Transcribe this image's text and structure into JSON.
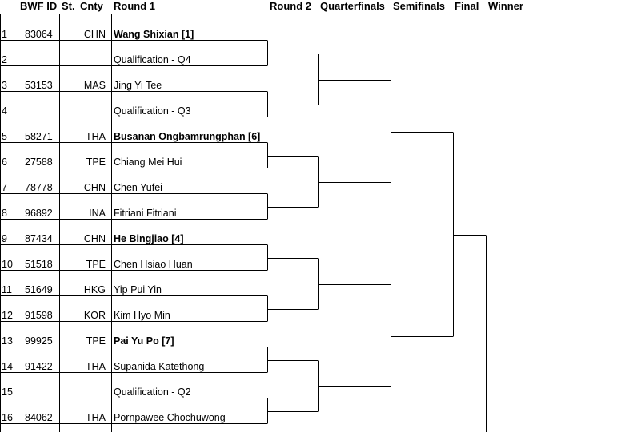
{
  "headers": {
    "seed_no": "",
    "bwf_id": "BWF ID",
    "status": "St.",
    "country": "Cnty",
    "round1": "Round 1",
    "round2": "Round 2",
    "quarterfinals": "Quarterfinals",
    "semifinals": "Semifinals",
    "final": "Final",
    "winner": "Winner"
  },
  "entries": [
    {
      "no": "1",
      "bwf_id": "83064",
      "country": "CHN",
      "player": "Wang Shixian [1]",
      "seeded": true
    },
    {
      "no": "2",
      "bwf_id": "",
      "country": "",
      "player": "Qualification - Q4",
      "seeded": false
    },
    {
      "no": "3",
      "bwf_id": "53153",
      "country": "MAS",
      "player": "Jing Yi Tee",
      "seeded": false
    },
    {
      "no": "4",
      "bwf_id": "",
      "country": "",
      "player": "Qualification - Q3",
      "seeded": false
    },
    {
      "no": "5",
      "bwf_id": "58271",
      "country": "THA",
      "player": "Busanan Ongbamrungphan [6]",
      "seeded": true
    },
    {
      "no": "6",
      "bwf_id": "27588",
      "country": "TPE",
      "player": "Chiang Mei Hui",
      "seeded": false
    },
    {
      "no": "7",
      "bwf_id": "78778",
      "country": "CHN",
      "player": "Chen Yufei",
      "seeded": false
    },
    {
      "no": "8",
      "bwf_id": "96892",
      "country": "INA",
      "player": "Fitriani Fitriani",
      "seeded": false
    },
    {
      "no": "9",
      "bwf_id": "87434",
      "country": "CHN",
      "player": "He Bingjiao [4]",
      "seeded": true
    },
    {
      "no": "10",
      "bwf_id": "51518",
      "country": "TPE",
      "player": "Chen Hsiao Huan",
      "seeded": false
    },
    {
      "no": "11",
      "bwf_id": "51649",
      "country": "HKG",
      "player": "Yip Pui Yin",
      "seeded": false
    },
    {
      "no": "12",
      "bwf_id": "91598",
      "country": "KOR",
      "player": "Kim Hyo Min",
      "seeded": false
    },
    {
      "no": "13",
      "bwf_id": "99925",
      "country": "TPE",
      "player": "Pai Yu Po [7]",
      "seeded": true
    },
    {
      "no": "14",
      "bwf_id": "91422",
      "country": "THA",
      "player": "Supanida Katethong",
      "seeded": false
    },
    {
      "no": "15",
      "bwf_id": "",
      "country": "",
      "player": "Qualification - Q2",
      "seeded": false
    },
    {
      "no": "16",
      "bwf_id": "84062",
      "country": "THA",
      "player": "Pornpawee Chochuwong",
      "seeded": false
    }
  ]
}
